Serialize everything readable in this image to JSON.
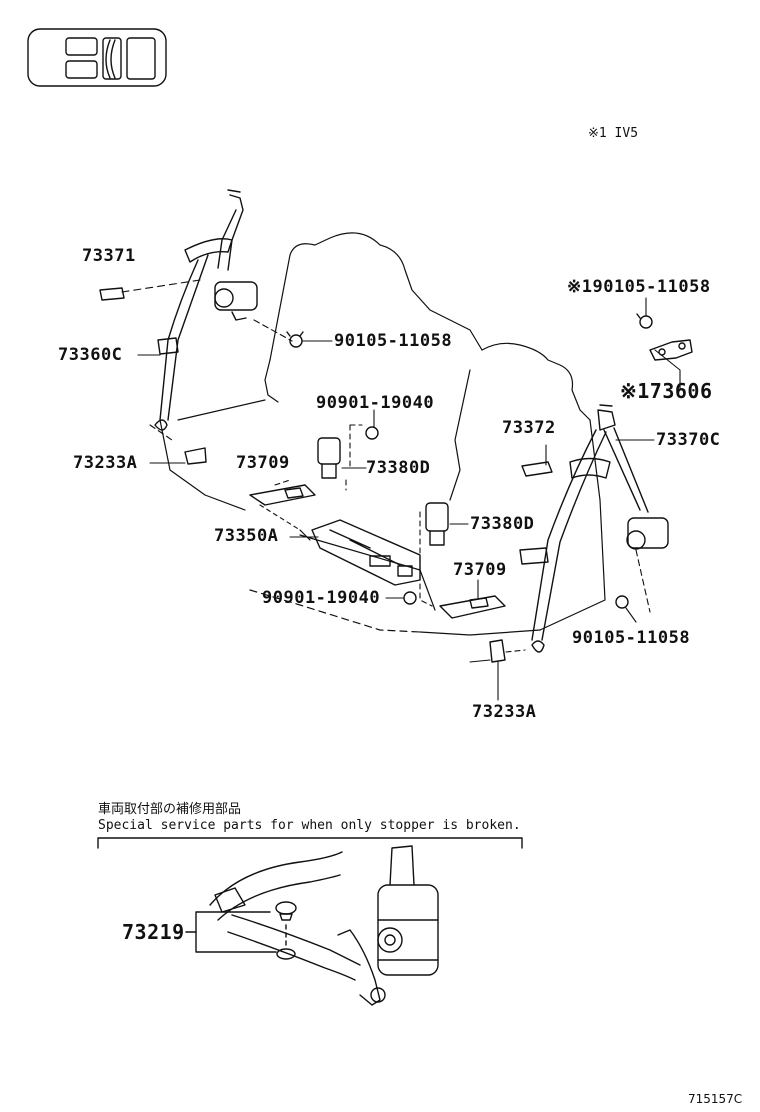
{
  "header": {
    "variant_note": "※1 IV5"
  },
  "callouts": {
    "c73371": "73371",
    "c73360c": "73360C",
    "c73233a_left": "73233A",
    "c73709_left": "73709",
    "c73380d_left": "73380D",
    "c73350a": "73350A",
    "c90901_top": "90901-19040",
    "c90901_bottom": "90901-19040",
    "c90105_left": "90105-11058",
    "c90105_top_right": "※190105-11058",
    "c73606": "※173606",
    "c73372": "73372",
    "c73370c": "73370C",
    "c73380d_right": "73380D",
    "c73709_right": "73709",
    "c90105_right": "90105-11058",
    "c73233a_right": "73233A",
    "c73219": "73219"
  },
  "inset": {
    "note_jp": "車両取付部の補修用部品",
    "note_en": "Special service parts for when only stopper is broken."
  },
  "footer": {
    "illustration_code": "715157C"
  }
}
